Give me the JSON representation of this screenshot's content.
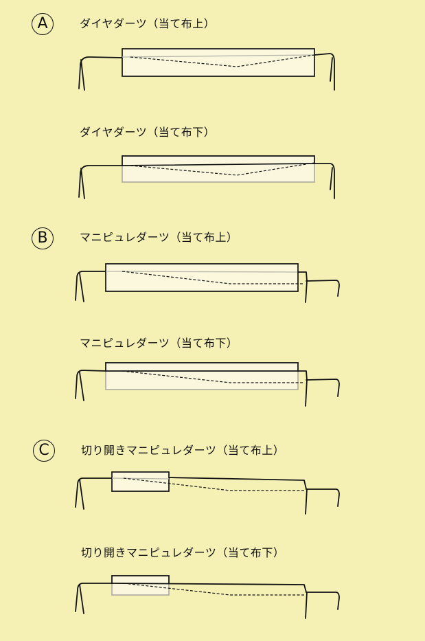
{
  "sections": [
    {
      "marker": "A",
      "diagrams": [
        {
          "label": "ダイヤダーツ（当て布上）"
        },
        {
          "label": "ダイヤダーツ（当て布下）"
        }
      ]
    },
    {
      "marker": "B",
      "diagrams": [
        {
          "label": "マニピュレダーツ（当て布上）"
        },
        {
          "label": "マニピュレダーツ（当て布下）"
        }
      ]
    },
    {
      "marker": "C",
      "diagrams": [
        {
          "label": "切り開きマニピュレダーツ（当て布上）"
        },
        {
          "label": "切り開きマニピュレダーツ（当て布下）"
        }
      ]
    }
  ],
  "colors": {
    "background": "#f5f0b4",
    "patch_fill": "#fbf8de",
    "ink": "#111111",
    "underlay_outline": "#aaa9a0"
  }
}
